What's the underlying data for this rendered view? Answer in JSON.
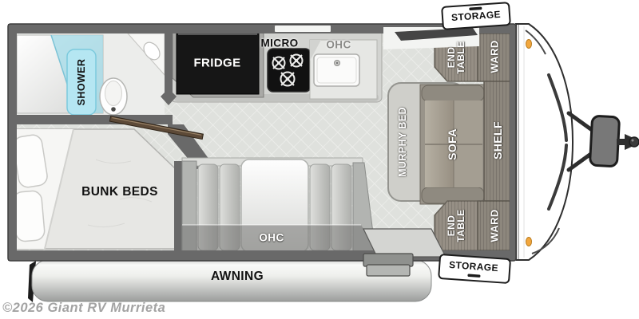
{
  "floorplan": {
    "title": "travel-trailer-floorplan",
    "labels": {
      "shower": "SHOWER",
      "fridge": "FRIDGE",
      "micro": "MICRO",
      "ohc_kitchen": "OHC",
      "storage_front_top": "STORAGE",
      "end_table_top": "END TABLE",
      "ward_top": "WARD",
      "murphy_bed": "MURPHY BED",
      "sofa": "SOFA",
      "shelf": "SHELF",
      "bunk_beds": "BUNK BEDS",
      "ohc_dinette": "OHC",
      "awning": "AWNING",
      "end_table_bottom": "END TABLE",
      "ward_bottom": "WARD",
      "storage_front_bottom": "STORAGE"
    },
    "watermark": "©2026 Giant RV Murrieta",
    "colors": {
      "wall": "#696969",
      "floor": "#dfe1dd",
      "floor-line": "#f1f2ef",
      "shower-glass": "#9fd9e8",
      "shower-pill": "#b5e6f2",
      "cabinet": "#8d877d",
      "sofa": "#99948a",
      "bed": "#cfcfca",
      "fridge": "#161616",
      "counter": "#e6e7e4",
      "marker-light": "#f2a73e",
      "door": "#5d4a38",
      "accent-dark": "#3b3b3b"
    }
  }
}
